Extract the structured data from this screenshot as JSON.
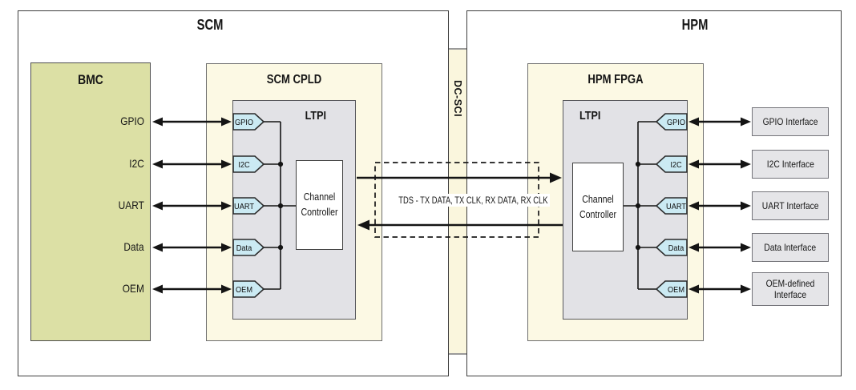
{
  "scm": {
    "title": "SCM",
    "bmc_title": "BMC",
    "cpld_title": "SCM CPLD",
    "ltpi_title": "LTPI",
    "controller_label": "Channel Controller"
  },
  "hpm": {
    "title": "HPM",
    "fpga_title": "HPM FPGA",
    "ltpi_title": "LTPI",
    "controller_label": "Channel Controller"
  },
  "connector": {
    "label": "DC-SCI"
  },
  "bus": {
    "label": "TDS - TX DATA, TX CLK, RX DATA, RX CLK"
  },
  "ports": [
    "GPIO",
    "I2C",
    "UART",
    "Data",
    "OEM"
  ],
  "interfaces": [
    "GPIO Interface",
    "I2C Interface",
    "UART Interface",
    "Data Interface",
    "OEM-defined Interface"
  ],
  "colors": {
    "bmc_fill": "#dce0a5",
    "module_fill": "#fcf9e4",
    "ltpi_fill": "#e2e2e6",
    "tag_fill": "#cbeaf3",
    "interface_fill": "#e5e5e8",
    "line": "#141414"
  }
}
